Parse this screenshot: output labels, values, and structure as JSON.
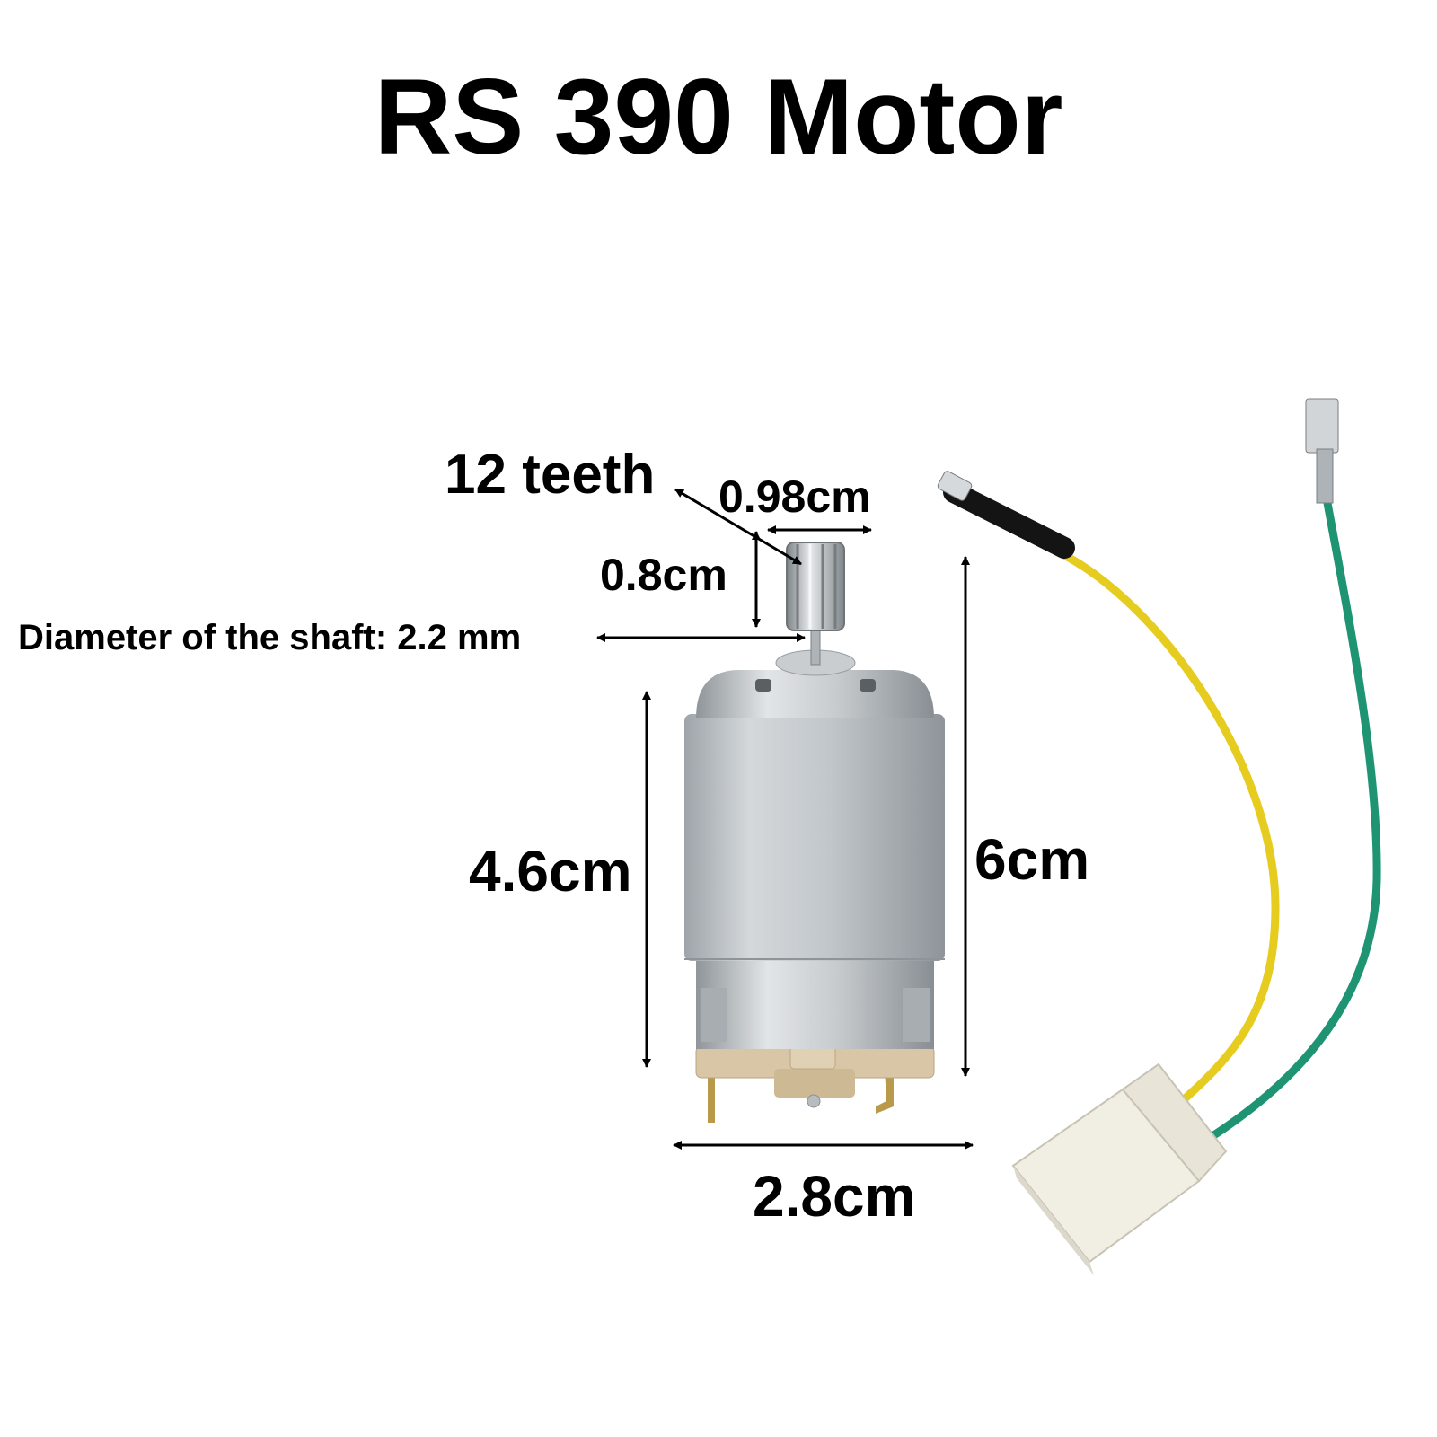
{
  "title": "RS 390 Motor",
  "labels": {
    "teeth": "12 teeth",
    "gear_width": "0.98cm",
    "gear_height": "0.8cm",
    "shaft_diameter": "Diameter of the shaft: 2.2 mm",
    "body_length": "4.6cm",
    "total_length": "6cm",
    "motor_width": "2.8cm"
  },
  "colors": {
    "text": "#000000",
    "wire_yellow": "#e6cc1f",
    "wire_green": "#1e9472",
    "motor_can": "#b9bfc4",
    "plastic_end": "#d8c6a6",
    "connector": "#f1eee4"
  }
}
